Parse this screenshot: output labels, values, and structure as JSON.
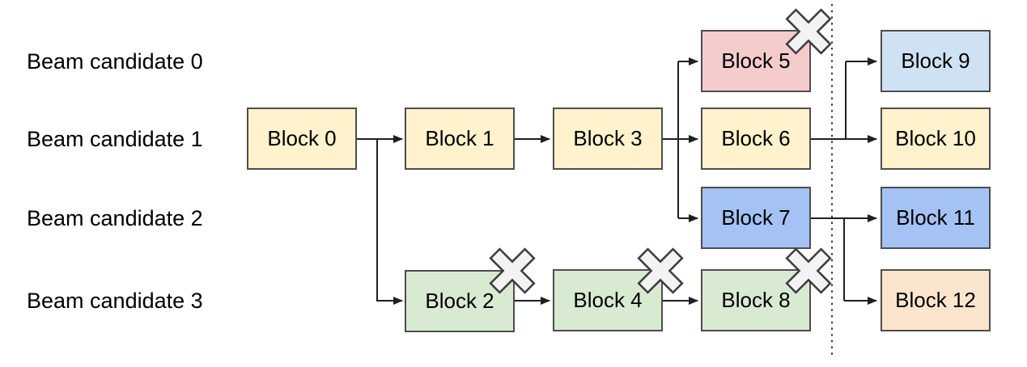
{
  "diagram": {
    "beam_labels": [
      "Beam candidate 0",
      "Beam candidate 1",
      "Beam candidate 2",
      "Beam candidate 3"
    ],
    "blocks": [
      {
        "id": 0,
        "label": "Block 0",
        "fill": "#fff2cc",
        "beam_row": 1,
        "pruned": false
      },
      {
        "id": 1,
        "label": "Block 1",
        "fill": "#fff2cc",
        "beam_row": 1,
        "pruned": false
      },
      {
        "id": 2,
        "label": "Block 2",
        "fill": "#d9ead3",
        "beam_row": 3,
        "pruned": true
      },
      {
        "id": 3,
        "label": "Block 3",
        "fill": "#fff2cc",
        "beam_row": 1,
        "pruned": false
      },
      {
        "id": 4,
        "label": "Block 4",
        "fill": "#d9ead3",
        "beam_row": 3,
        "pruned": true
      },
      {
        "id": 5,
        "label": "Block 5",
        "fill": "#f4cccc",
        "beam_row": 0,
        "pruned": true
      },
      {
        "id": 6,
        "label": "Block 6",
        "fill": "#fff2cc",
        "beam_row": 1,
        "pruned": false
      },
      {
        "id": 7,
        "label": "Block 7",
        "fill": "#a4c2f4",
        "beam_row": 2,
        "pruned": false
      },
      {
        "id": 8,
        "label": "Block 8",
        "fill": "#d9ead3",
        "beam_row": 3,
        "pruned": true
      },
      {
        "id": 9,
        "label": "Block 9",
        "fill": "#cfe2f3",
        "beam_row": 0,
        "pruned": false
      },
      {
        "id": 10,
        "label": "Block 10",
        "fill": "#fff2cc",
        "beam_row": 1,
        "pruned": false
      },
      {
        "id": 11,
        "label": "Block 11",
        "fill": "#a4c2f4",
        "beam_row": 2,
        "pruned": false
      },
      {
        "id": 12,
        "label": "Block 12",
        "fill": "#fce5cd",
        "beam_row": 3,
        "pruned": false
      }
    ],
    "edges": [
      {
        "from": "Block 0",
        "to": "Block 1"
      },
      {
        "from": "Block 0",
        "to": "Block 2"
      },
      {
        "from": "Block 1",
        "to": "Block 3"
      },
      {
        "from": "Block 2",
        "to": "Block 4"
      },
      {
        "from": "Block 3",
        "to": "Block 5"
      },
      {
        "from": "Block 3",
        "to": "Block 6"
      },
      {
        "from": "Block 3",
        "to": "Block 7"
      },
      {
        "from": "Block 4",
        "to": "Block 8"
      },
      {
        "from": "Block 6",
        "to": "Block 9"
      },
      {
        "from": "Block 6",
        "to": "Block 10"
      },
      {
        "from": "Block 7",
        "to": "Block 11"
      },
      {
        "from": "Block 7",
        "to": "Block 12"
      }
    ],
    "colors": {
      "background": "#ffffff",
      "text": "#000000",
      "line": "#1f1f1f",
      "block_border": "#4d4d4d",
      "pruned_x_fill": "#f3f3f3",
      "pruned_x_stroke": "#3d3d3d",
      "yellow_block": "#fff2cc",
      "green_block": "#d9ead3",
      "pink_block": "#f4cccc",
      "blue_block": "#a4c2f4",
      "light_blue_block": "#cfe2f3",
      "peach_block": "#fce5cd"
    }
  }
}
